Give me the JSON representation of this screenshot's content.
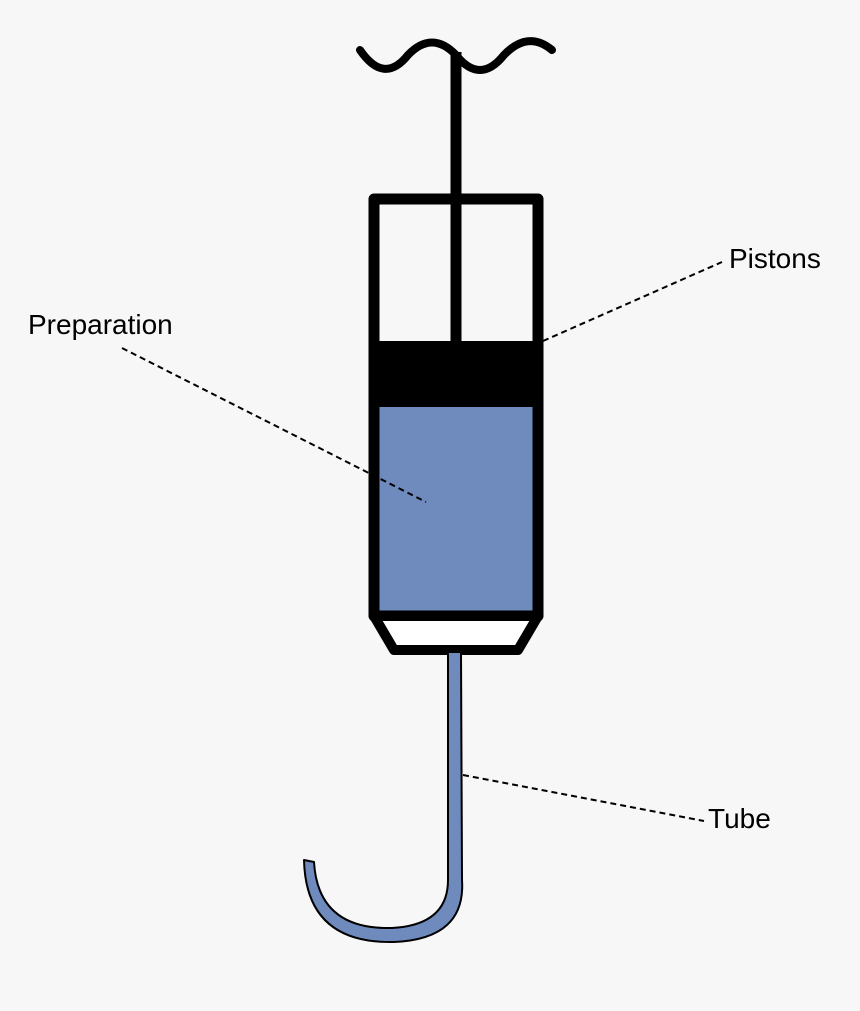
{
  "labels": {
    "pistons": "Pistons",
    "preparation": "Preparation",
    "tube": "Tube"
  },
  "colors": {
    "background": "#f7f7f7",
    "outline": "#000000",
    "preparation_fill": "#6f8abd",
    "piston_fill": "#000000"
  }
}
